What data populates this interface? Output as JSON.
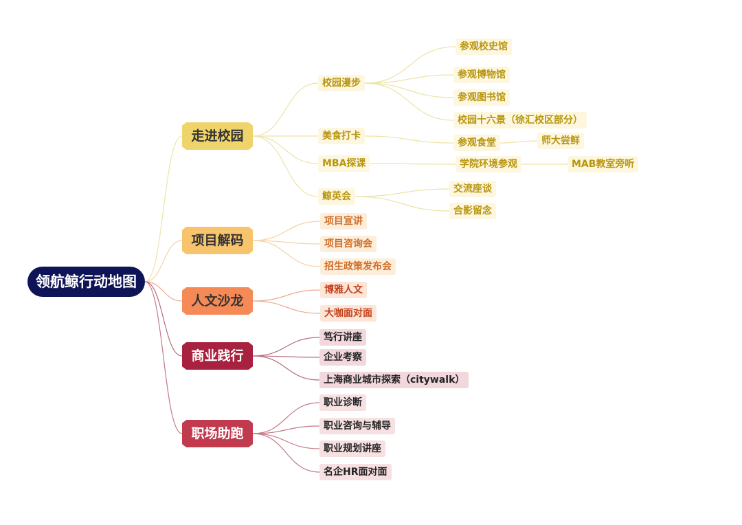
{
  "root": {
    "label": "领航鲸行动地图",
    "color": "#0f1456"
  },
  "branches": [
    {
      "label": "走进校园",
      "color": "#efd36b",
      "line_color": "#ece4a8",
      "children": [
        {
          "label": "校园漫步",
          "children": [
            {
              "label": "参观校史馆"
            },
            {
              "label": "参观博物馆"
            },
            {
              "label": "参观图书馆"
            },
            {
              "label": "校园十六景（徐汇校区部分）"
            }
          ]
        },
        {
          "label": "美食打卡",
          "children": [
            {
              "label": "参观食堂",
              "children": [
                {
                  "label": "师大尝鲜"
                }
              ]
            }
          ]
        },
        {
          "label": "MBA探课",
          "children": [
            {
              "label": "学院环境参观",
              "children": [
                {
                  "label": "MAB教室旁听"
                }
              ]
            }
          ]
        },
        {
          "label": "鲸英会",
          "children": [
            {
              "label": "交流座谈"
            },
            {
              "label": "合影留念"
            }
          ]
        }
      ]
    },
    {
      "label": "项目解码",
      "color": "#f8c36d",
      "line_color": "#f3d3a6",
      "children": [
        {
          "label": "项目宣讲"
        },
        {
          "label": "项目咨询会"
        },
        {
          "label": "招生政策发布会"
        }
      ]
    },
    {
      "label": "人文沙龙",
      "color": "#f58a57",
      "line_color": "#ecaa90",
      "children": [
        {
          "label": "博雅人文"
        },
        {
          "label": "大咖面对面"
        }
      ]
    },
    {
      "label": "商业践行",
      "color": "#a8213f",
      "line_color": "#b56c7c",
      "children": [
        {
          "label": "笃行讲座"
        },
        {
          "label": "企业考察"
        },
        {
          "label": "上海商业城市探索（citywalk）"
        }
      ]
    },
    {
      "label": "职场助跑",
      "color": "#c23a4e",
      "line_color": "#c47a83",
      "children": [
        {
          "label": "职业诊断"
        },
        {
          "label": "职业咨询与辅导"
        },
        {
          "label": "职业规划讲座"
        },
        {
          "label": "名企HR面对面"
        }
      ]
    }
  ]
}
